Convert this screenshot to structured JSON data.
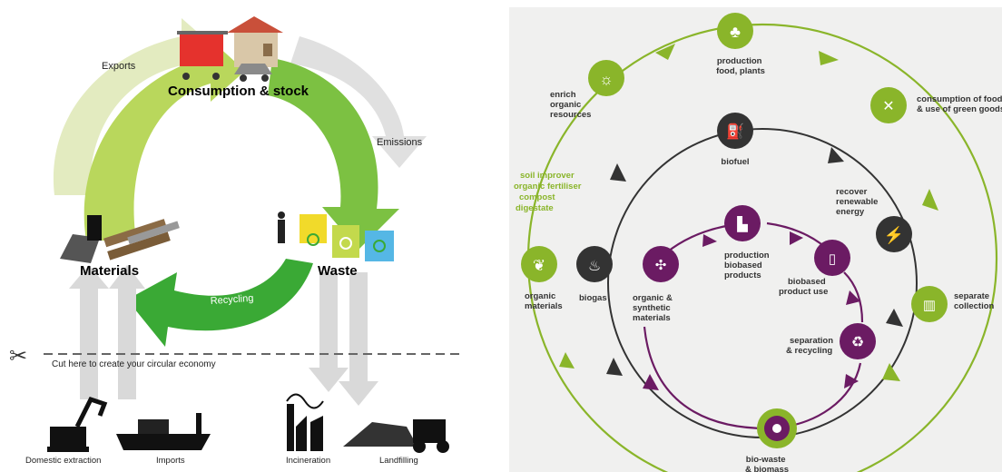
{
  "left": {
    "consumption_label": "Consumption & stock",
    "exports_label": "Exports",
    "emissions_label": "Emissions",
    "materials_label": "Materials",
    "waste_label": "Waste",
    "recycling_label": "Recycling",
    "cut_label": "Cut here to create your circular economy",
    "bottom": {
      "domestic": "Domestic extraction",
      "imports": "Imports",
      "incineration": "Incineration",
      "landfilling": "Landfilling"
    },
    "colors": {
      "green_dark": "#3aa935",
      "green_mid": "#7cc142",
      "green_light": "#c8e07a",
      "grey_arrow": "#d7d7d7"
    }
  },
  "right": {
    "production": [
      "production",
      "food, plants"
    ],
    "consumption": [
      "consumption of food",
      "& use of green goods"
    ],
    "enrich": [
      "enrich",
      "organic",
      "resources"
    ],
    "biofuel": "biofuel",
    "recover": [
      "recover",
      "renewable",
      "energy"
    ],
    "soil": [
      "soil improver",
      "organic fertiliser",
      "compost",
      "digestate"
    ],
    "production_bio": [
      "production",
      "biobased",
      "products"
    ],
    "biobased_use": [
      "biobased",
      "product use"
    ],
    "separate": [
      "separate",
      "collection"
    ],
    "organic_materials": [
      "organic",
      "materials"
    ],
    "biogas": "biogas",
    "organic_synthetic": [
      "organic &",
      "synthetic",
      "materials"
    ],
    "separation": [
      "separation",
      "& recycling"
    ],
    "biowaste": [
      "bio-waste",
      "& biomass"
    ],
    "colors": {
      "green": "#8ab52a",
      "dark": "#333333",
      "purple": "#6b1b63"
    }
  }
}
